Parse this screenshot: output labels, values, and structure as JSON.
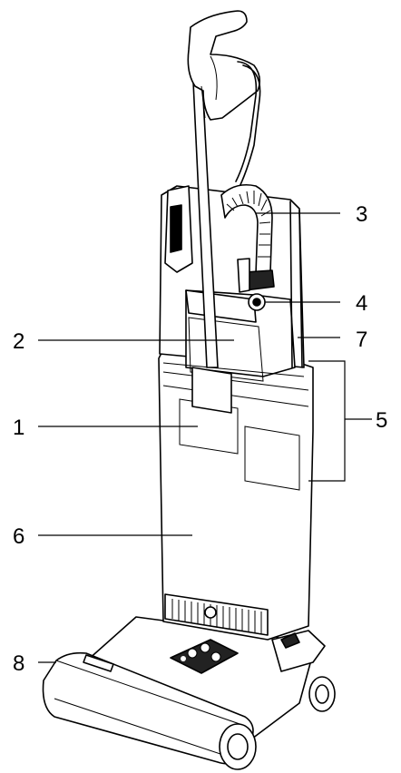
{
  "diagram": {
    "callouts": [
      {
        "id": "c3",
        "label": "3"
      },
      {
        "id": "c4",
        "label": "4"
      },
      {
        "id": "c7",
        "label": "7"
      },
      {
        "id": "c2",
        "label": "2"
      },
      {
        "id": "c5",
        "label": "5"
      },
      {
        "id": "c6",
        "label": "6"
      },
      {
        "id": "c1",
        "label": "1"
      },
      {
        "id": "c8",
        "label": "8"
      }
    ],
    "colors": {
      "stroke": "#000000",
      "background": "#ffffff"
    }
  }
}
